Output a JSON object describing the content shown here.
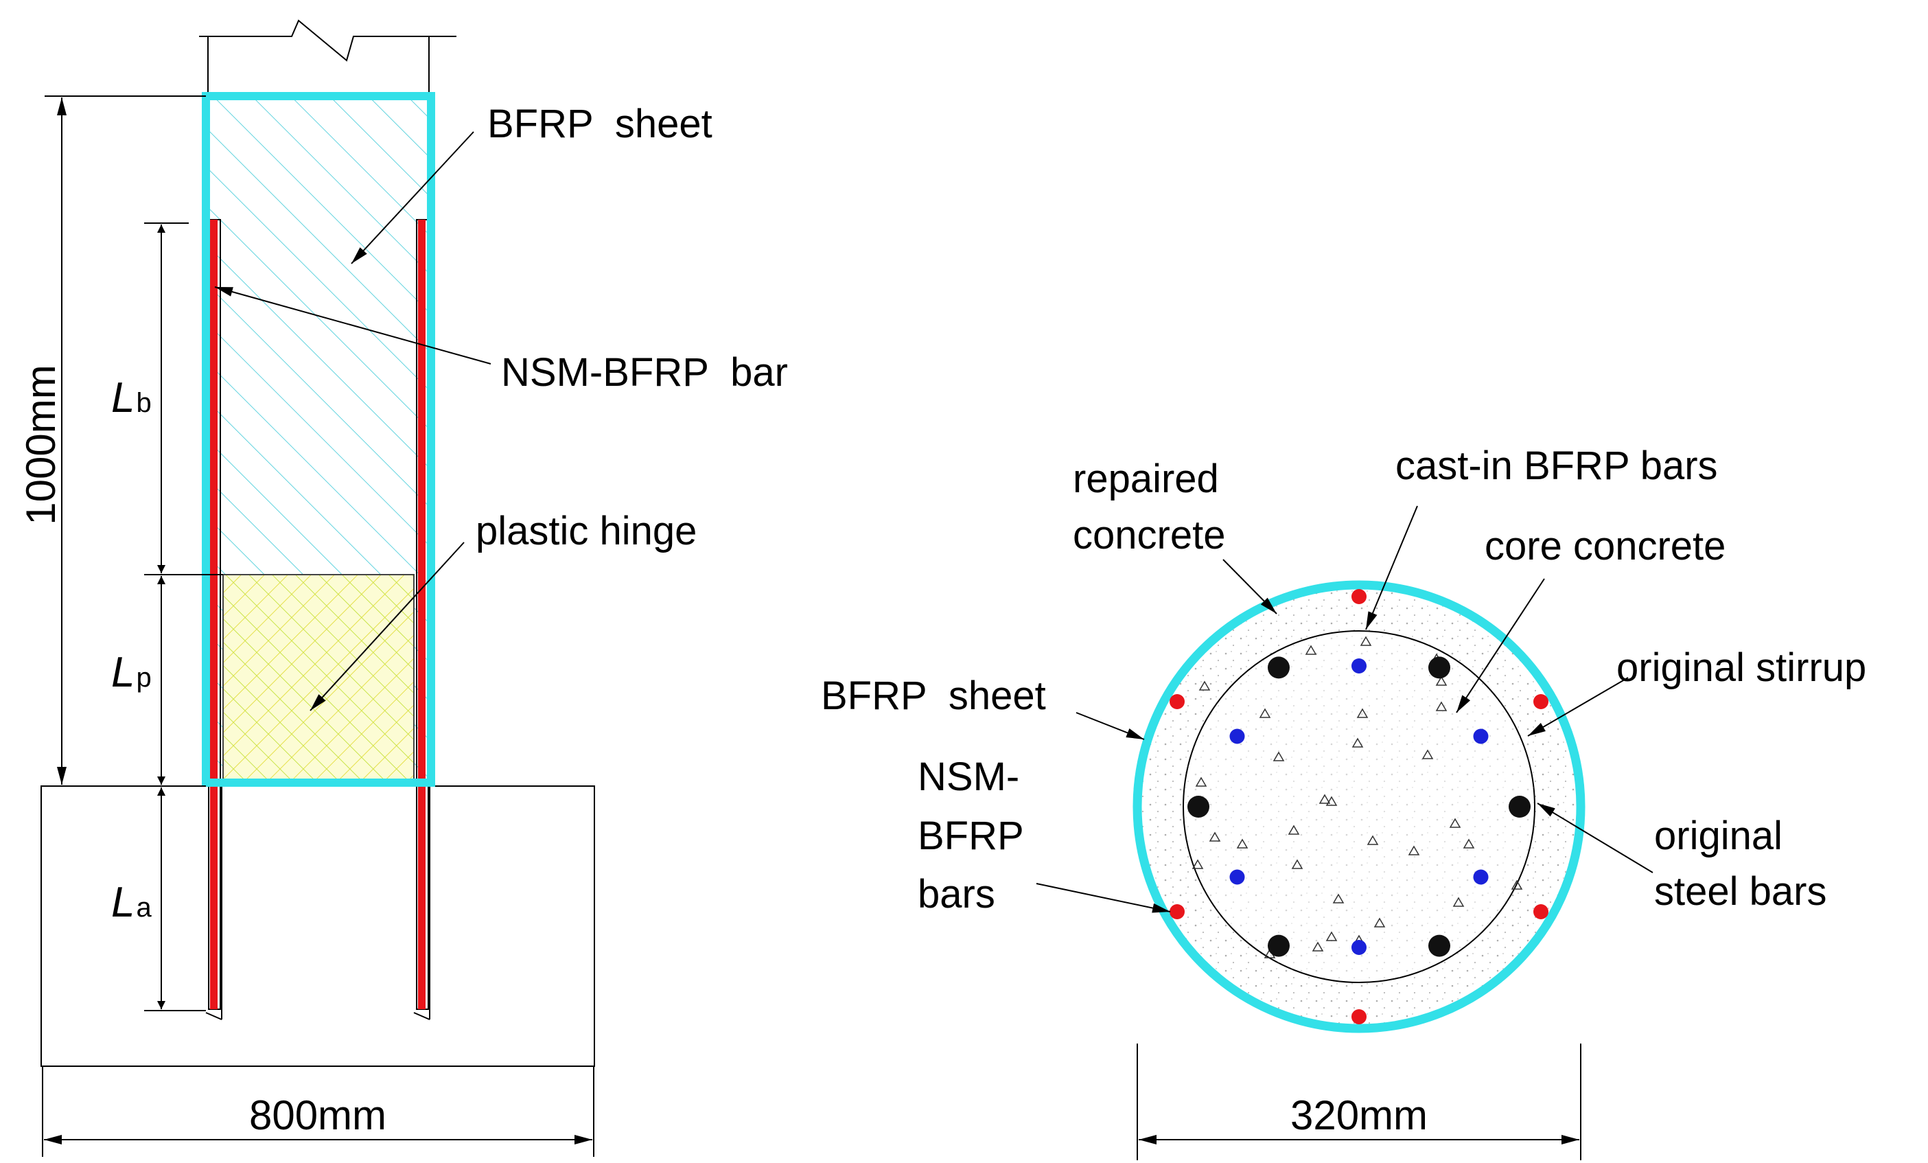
{
  "elevation": {
    "labels": {
      "bfrp_sheet": "BFRP  sheet",
      "nsm_bar": "NSM-BFRP  bar",
      "plastic_hinge": "plastic hinge"
    },
    "dimensions": {
      "height": "1000mm",
      "width": "800mm",
      "lb_main": "L",
      "lb_sub": "b",
      "lp_main": "L",
      "lp_sub": "p",
      "la_main": "L",
      "la_sub": "a"
    }
  },
  "section": {
    "labels": {
      "repaired_concrete_1": "repaired",
      "repaired_concrete_2": "concrete",
      "cast_in_bars": "cast-in BFRP bars",
      "core_concrete": "core concrete",
      "original_stirrup": "original stirrup",
      "bfrp_sheet": "BFRP  sheet",
      "nsm_1": "NSM-",
      "nsm_2": "BFRP",
      "nsm_3": "bars",
      "steel_1": "original",
      "steel_2": "steel bars"
    },
    "dimensions": {
      "diameter": "320mm"
    }
  },
  "colors": {
    "bfrp_sheet": "#33e0e8",
    "nsm_bar": "#e8151b",
    "cast_in_bar": "#1a22d9",
    "steel_bar": "#111111",
    "hinge_fill": "#fbfbcc"
  }
}
